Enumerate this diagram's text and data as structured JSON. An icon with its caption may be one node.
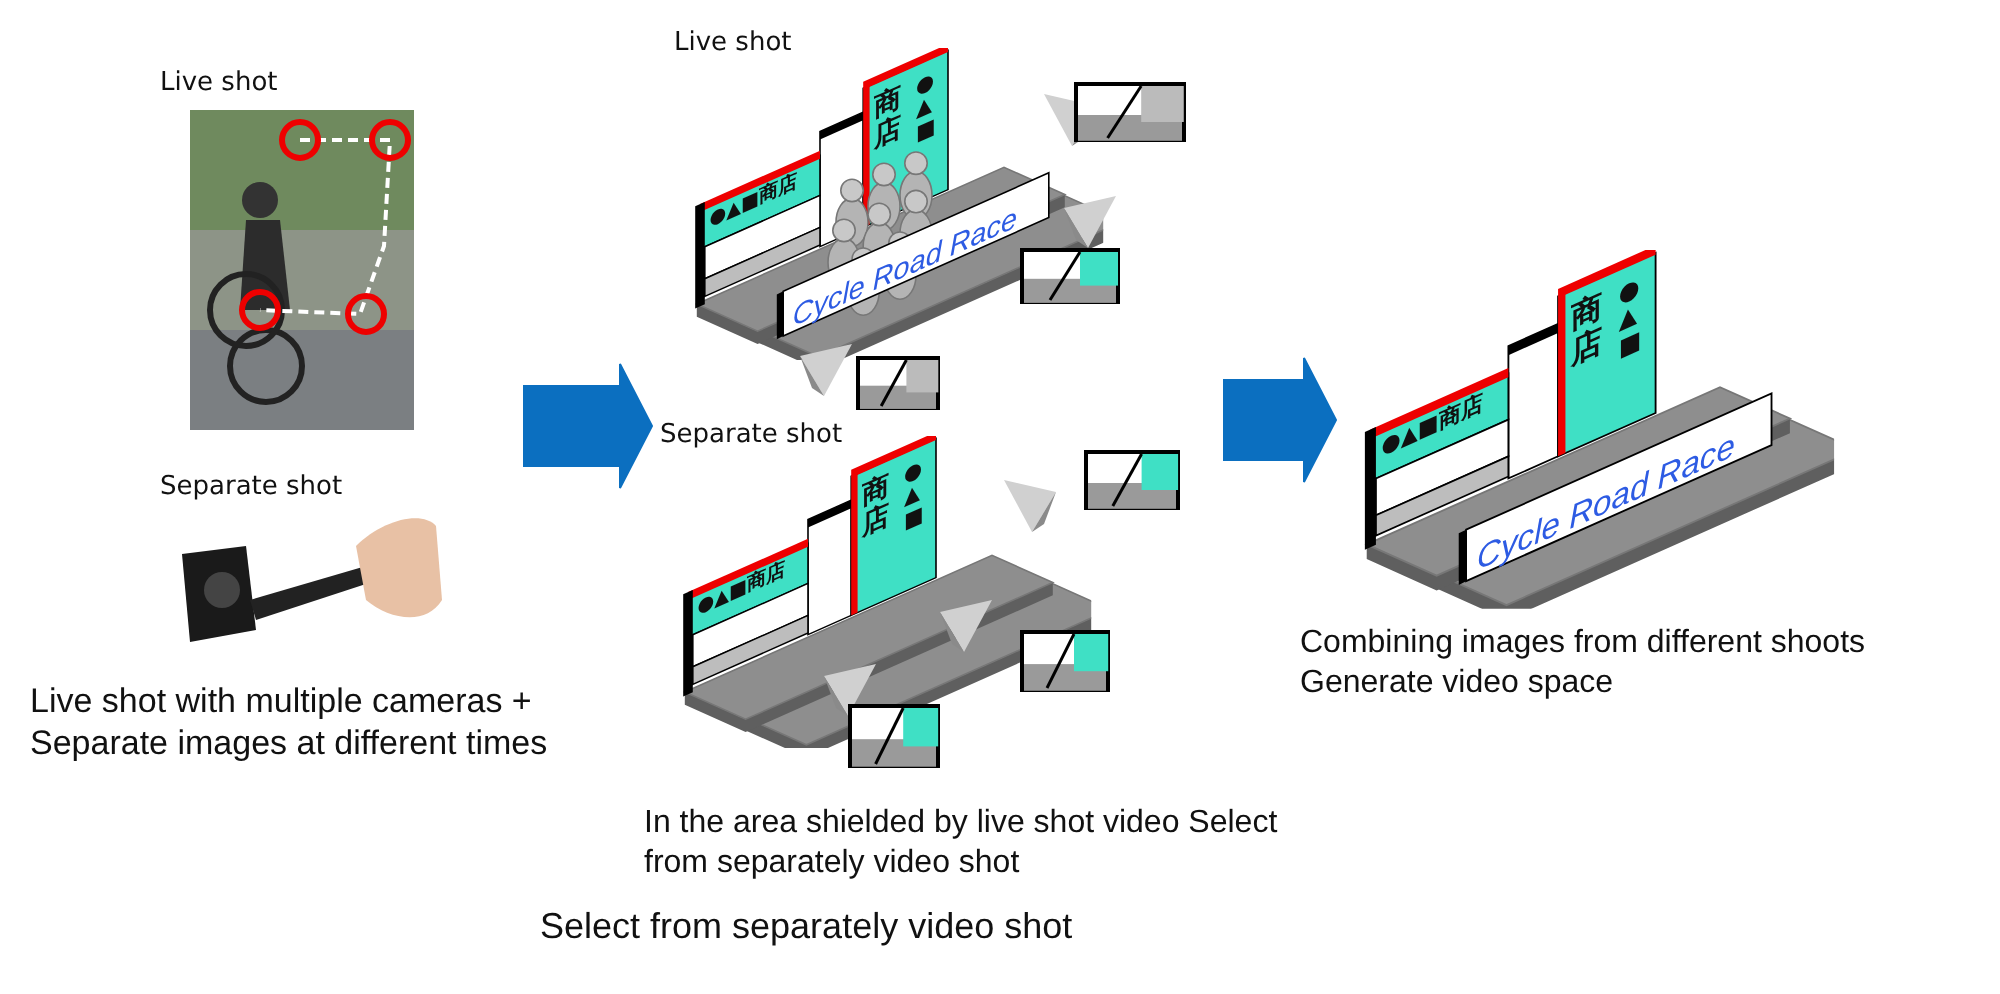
{
  "diagram": {
    "nodes": [
      {
        "text": [
          "Live shot",
          "Separate shot"
        ],
        "beside": [
          "Live shot with multiple cameras + Separate images at different times"
        ]
      },
      {
        "text": [
          "Live shot",
          "Separate shot"
        ],
        "beside": [
          "In the area shielded by live shot video Select from separately video shot",
          "Select from separately video shot"
        ]
      },
      {
        "text": [],
        "shape": "picture",
        "beside": [
          "Combining images from different shoots Generate video space"
        ]
      }
    ],
    "edges": [
      {
        "from": 0,
        "to": 1,
        "arrow": "to",
        "style": "thick"
      },
      {
        "from": 1,
        "to": 2,
        "arrow": "to",
        "style": "thick"
      }
    ],
    "labels": [
      "●▲■商店",
      "商店",
      "●▲■",
      "Cycle Road Race",
      "●▲■商店",
      "商店",
      "●▲■",
      "●▲■商店",
      "商店",
      "●▲■",
      "Cycle Road Race"
    ]
  }
}
